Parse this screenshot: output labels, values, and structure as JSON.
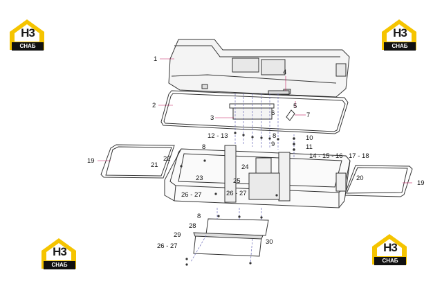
{
  "logo": {
    "mark": "H3",
    "brand": "СНАБ"
  },
  "colors": {
    "logo_yellow": "#f5c400",
    "logo_dark": "#1a1a1a",
    "line": "#333333",
    "leader": "#c2185b"
  },
  "callouts": {
    "c1": "1",
    "c2": "2",
    "c3": "3",
    "c4": "4",
    "c5": "5",
    "c6": "6",
    "c7": "7",
    "c8a": "8",
    "c9": "9",
    "c10": "10",
    "c11": "11",
    "c12_13": "12 - 13",
    "c8b": "8",
    "c14_18": "14 - 15 - 16 - 17 - 18",
    "c19a": "19",
    "c21": "21",
    "c22": "22",
    "c24": "24",
    "c20": "20",
    "c19b": "19",
    "c23": "23",
    "c25": "25",
    "c26_27a": "26 - 27",
    "c26_27b": "26 - 27",
    "c8c": "8",
    "c28": "28",
    "c29": "29",
    "c30": "30",
    "c26_27c": "26 - 27"
  }
}
